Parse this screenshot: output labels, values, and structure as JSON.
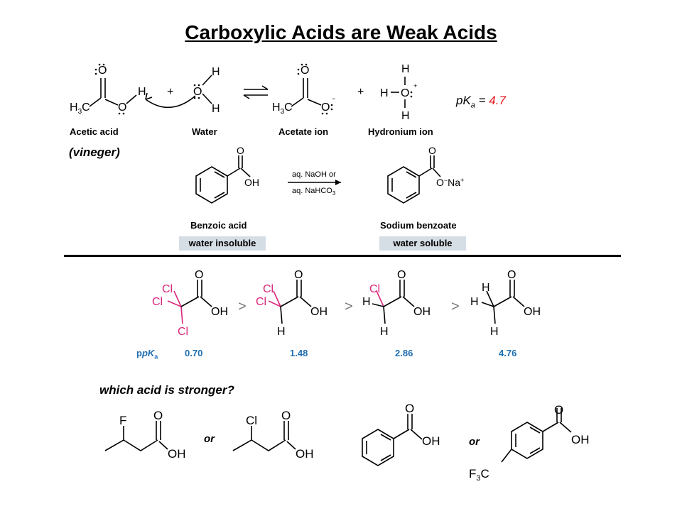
{
  "title": "Carboxylic Acids are Weak Acids",
  "reaction1": {
    "labels": [
      "Acetic acid",
      "Water",
      "Acetate ion",
      "Hydronium ion"
    ],
    "note": "(vineger)",
    "pka": {
      "prefix": "pK",
      "sub": "a",
      "eq": " = ",
      "value": "4.7"
    }
  },
  "reaction2": {
    "reactant": "Benzoic acid",
    "product": "Sodium benzoate",
    "reagent1": "aq. NaOH or",
    "reagent2": "aq. NaHCO",
    "reagent2_sub": "3",
    "reactant_solubility": "water insoluble",
    "product_solubility": "water soluble"
  },
  "acidity_series": {
    "pka_label": "pK",
    "pka_label_sub": "a",
    "values": [
      "0.70",
      "1.48",
      "2.86",
      "4.76"
    ],
    "comparator": ">"
  },
  "question": {
    "text": "which acid is stronger?",
    "or": "or"
  },
  "colors": {
    "accent_red": "#e8141e",
    "magenta": "#d9267a",
    "blue": "#1e6eb4",
    "box": "#d5dde5"
  }
}
